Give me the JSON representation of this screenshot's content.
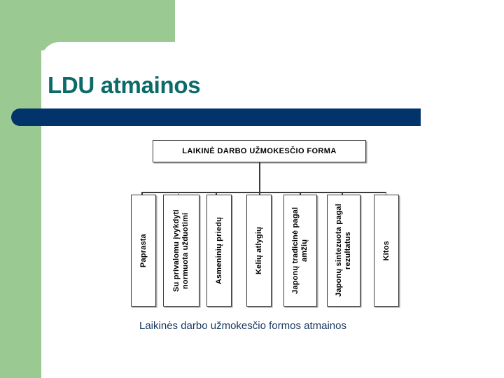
{
  "slide": {
    "title": "LDU atmainos",
    "caption": "Laikinės darbo užmokesčio formos atmainos",
    "colors": {
      "accent_green": "#9aca92",
      "title_teal": "#0a6b68",
      "bar_navy": "#03336b",
      "caption_navy": "#17375e",
      "node_border": "#3a3a3a",
      "background": "#ffffff"
    }
  },
  "diagram": {
    "type": "org-chart",
    "root": {
      "label": "LAIKINĖ DARBO UŽMOKESČIO FORMA"
    },
    "children": [
      {
        "label": "Paprasta"
      },
      {
        "label": "Su privalomu įvykdyti normuota užduotimi"
      },
      {
        "label": "Asmeninių priedų"
      },
      {
        "label": "Kelių atlygių"
      },
      {
        "label": "Japonų tradicinė pagal amžių"
      },
      {
        "label": "Japonų sintezuota pagal rezultatus"
      },
      {
        "label": "Kitos"
      }
    ]
  }
}
